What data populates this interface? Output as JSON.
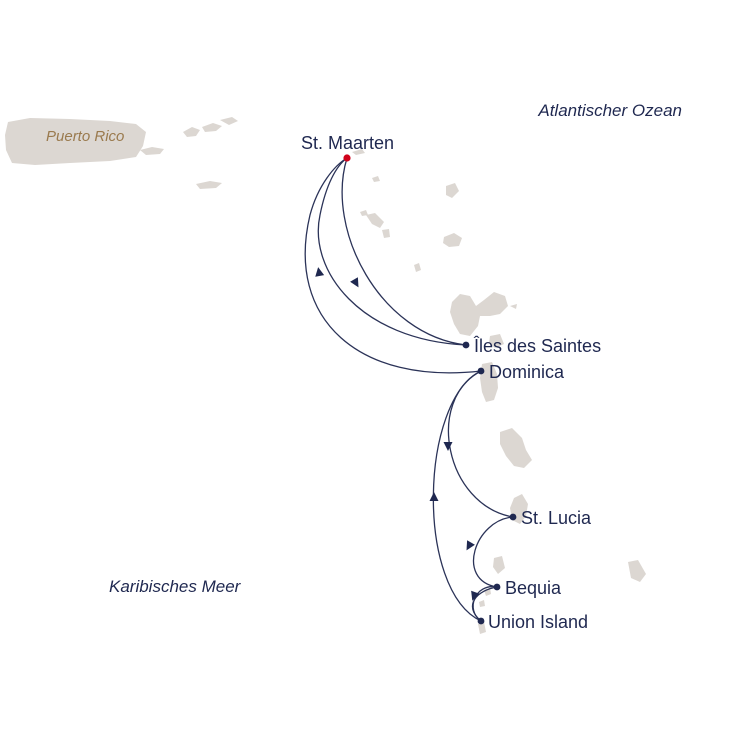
{
  "map": {
    "sea_labels": {
      "atlantic": "Atlantischer Ozean",
      "caribbean": "Karibisches Meer"
    },
    "island_labels": {
      "puerto_rico": "Puerto Rico"
    },
    "ports": {
      "st_maarten": "St. Maarten",
      "iles_des_saintes": "Îles des Saintes",
      "dominica": "Dominica",
      "st_lucia": "St. Lucia",
      "bequia": "Bequia",
      "union_island": "Union Island"
    },
    "colors": {
      "land": "#dcd7d2",
      "route": "#2b3358",
      "label": "#1f2850",
      "start_marker": "#d0021b",
      "island_label": "#9a7a4e"
    }
  }
}
